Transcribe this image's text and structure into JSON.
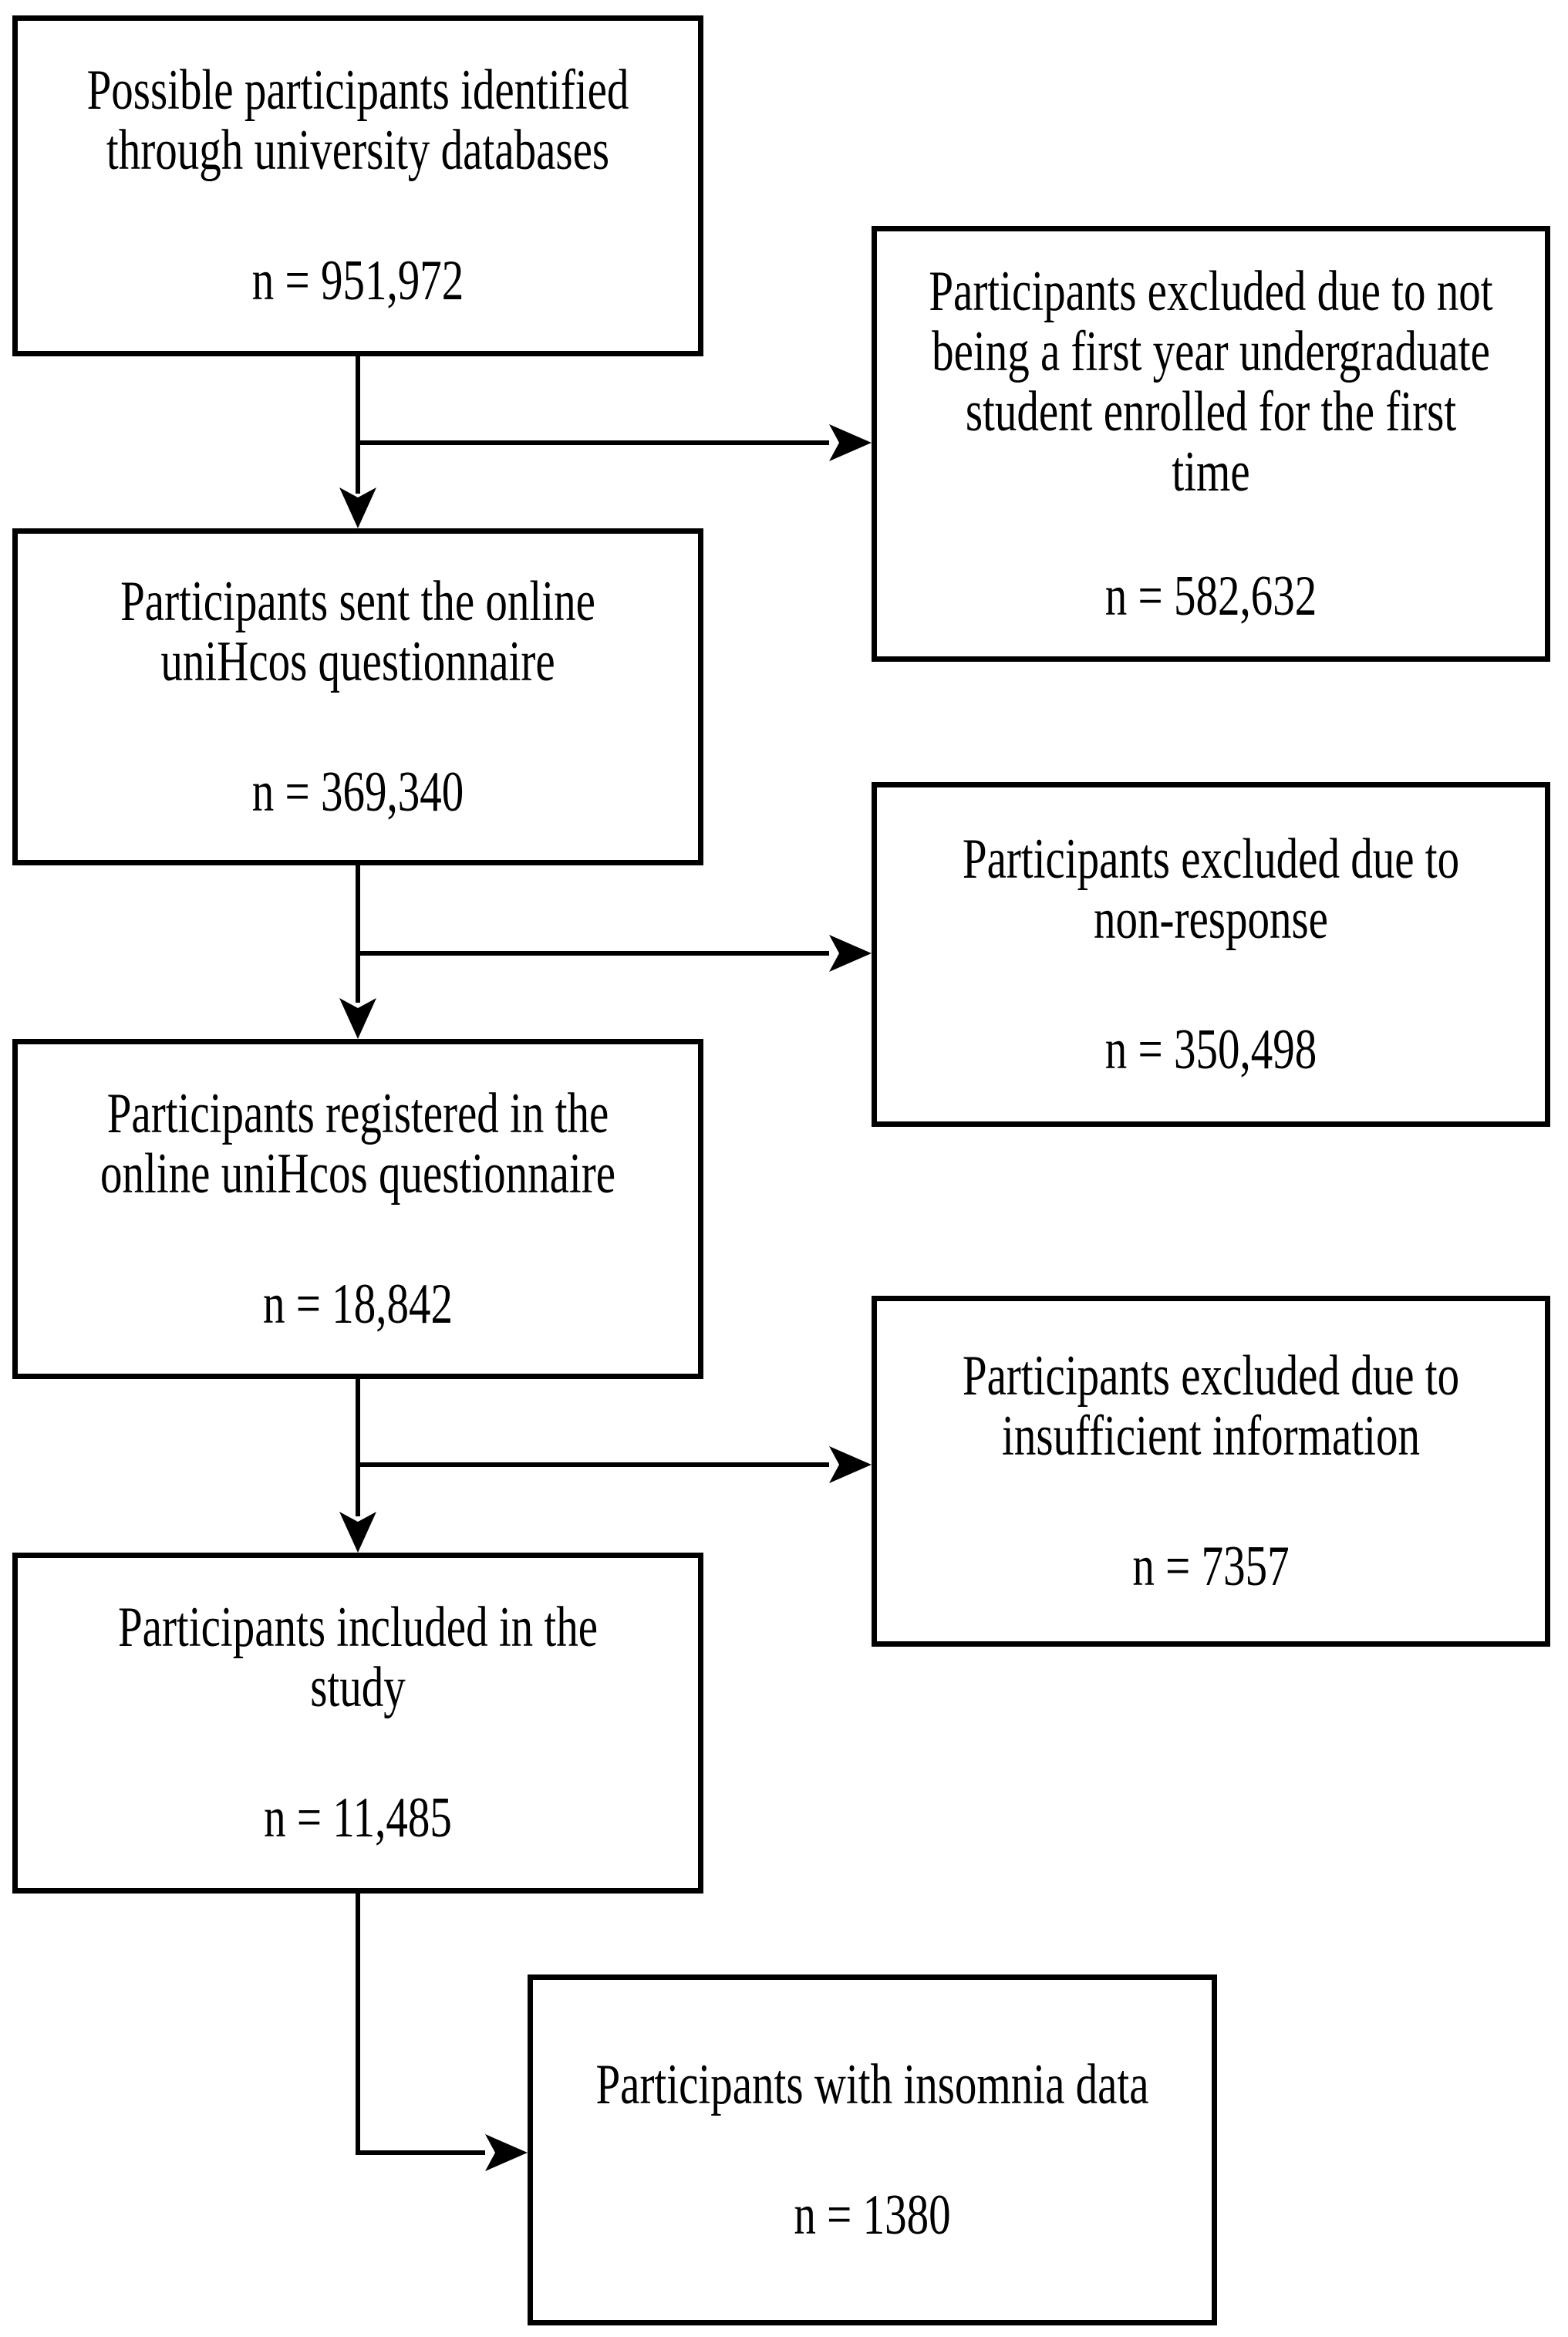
{
  "figure": {
    "type": "participant-flow-diagram",
    "colors": {
      "line": "#000000",
      "box_border": "#000000",
      "background": "#ffffff",
      "text": "#000000"
    },
    "nodes": [
      {
        "id": "identified",
        "label": "Possible participants identified\nthrough university databases",
        "n": "n = 951,972"
      },
      {
        "id": "excluded-not-first-year",
        "label": "Participants excluded due to not\nbeing a first year undergraduate\nstudent enrolled for the first\ntime",
        "n": "n = 582,632"
      },
      {
        "id": "sent-questionnaire",
        "label": "Participants sent the online\nuniHcos questionnaire",
        "n": "n = 369,340"
      },
      {
        "id": "excluded-non-response",
        "label": "Participants excluded due to\nnon-response",
        "n": "n = 350,498"
      },
      {
        "id": "registered",
        "label": "Participants registered in the\nonline uniHcos questionnaire",
        "n": "n = 18,842"
      },
      {
        "id": "excluded-insufficient-information",
        "label": "Participants excluded due to\ninsufficient information",
        "n": "n = 7357"
      },
      {
        "id": "included-in-study",
        "label": "Participants included in the\nstudy",
        "n": "n = 11,485"
      },
      {
        "id": "insomnia-data",
        "label": "Participants with insomnia data",
        "n": "n = 1380"
      }
    ],
    "edges": [
      {
        "from": "identified",
        "to": "sent-questionnaire",
        "direction": "down"
      },
      {
        "from": "identified",
        "to": "excluded-not-first-year",
        "direction": "right"
      },
      {
        "from": "sent-questionnaire",
        "to": "registered",
        "direction": "down"
      },
      {
        "from": "sent-questionnaire",
        "to": "excluded-non-response",
        "direction": "right"
      },
      {
        "from": "registered",
        "to": "included-in-study",
        "direction": "down"
      },
      {
        "from": "registered",
        "to": "excluded-insufficient-information",
        "direction": "right"
      },
      {
        "from": "included-in-study",
        "to": "insomnia-data",
        "direction": "right"
      }
    ]
  }
}
